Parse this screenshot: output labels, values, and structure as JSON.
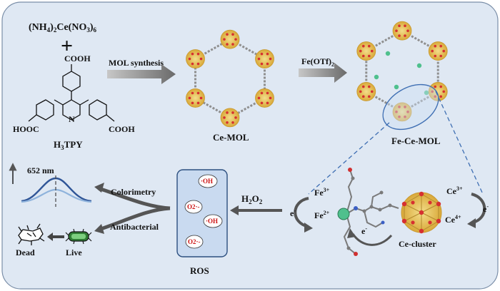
{
  "reagent": {
    "salt": "(NH4)2Ce(NO3)6",
    "plus": "+",
    "ligand_name": "H3TPY",
    "cooh_top": "COOH",
    "cooh_left": "HOOC",
    "cooh_right": "COOH"
  },
  "steps": {
    "synthesis_label": "MOL synthesis",
    "metalation_label": "Fe(OTf)2"
  },
  "products": {
    "ce_mol": "Ce-MOL",
    "fe_ce_mol": "Fe-Ce-MOL",
    "ce_cluster": "Ce-cluster"
  },
  "mechanism": {
    "fe3": "Fe3+",
    "fe2": "Fe2+",
    "ce3": "Ce3+",
    "ce4": "Ce4+",
    "electron": "e-"
  },
  "ros_panel": {
    "title": "ROS",
    "h2o2": "H2O2",
    "species": [
      "·OH",
      "O2·-",
      "·OH",
      "O2·-"
    ]
  },
  "applications": {
    "colorimetry": "Colorimetry",
    "antibacterial": "Antibacterial",
    "wavelength": "652 nm",
    "dead": "Dead",
    "live": "Live"
  },
  "colors": {
    "panel_bg": "#dfe8f3",
    "ros_box": "#c9daf0",
    "arrow_gray": "#6e6e6e",
    "cluster_gold": "#e8c766",
    "fe_green": "#4fc08d",
    "ros_red": "#cc1111",
    "peak_dark": "#2f5597",
    "peak_light": "#8fb3dc"
  }
}
